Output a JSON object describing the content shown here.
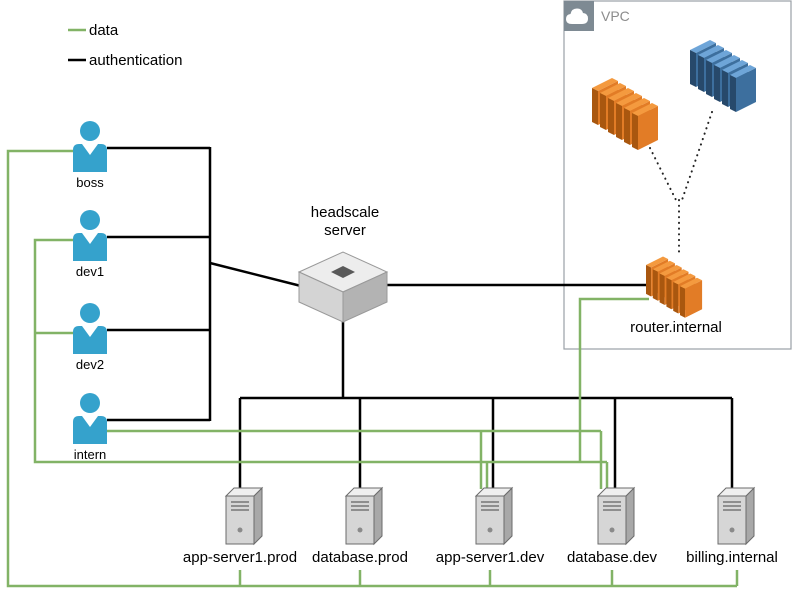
{
  "legend": {
    "items": [
      {
        "label": "data",
        "color": "#82b366"
      },
      {
        "label": "authentication",
        "color": "#000000"
      }
    ]
  },
  "users": [
    {
      "label": "boss"
    },
    {
      "label": "dev1"
    },
    {
      "label": "dev2"
    },
    {
      "label": "intern"
    }
  ],
  "headscale": {
    "label": [
      "headscale",
      "server"
    ]
  },
  "vpc": {
    "label": "VPC",
    "router_label": "router.internal"
  },
  "servers": [
    {
      "label": "app-server1.prod"
    },
    {
      "label": "database.prod"
    },
    {
      "label": "app-server1.dev"
    },
    {
      "label": "database.dev"
    },
    {
      "label": "billing.internal"
    }
  ],
  "colors": {
    "data_line": "#82b366",
    "auth_line": "#000000",
    "user_icon": "#35a2cc",
    "orange_stack": "#e27c26",
    "blue_stack": "#3d6f9e",
    "vpc_header": "#7e8a93",
    "vpc_border": "#9aa0a6"
  }
}
